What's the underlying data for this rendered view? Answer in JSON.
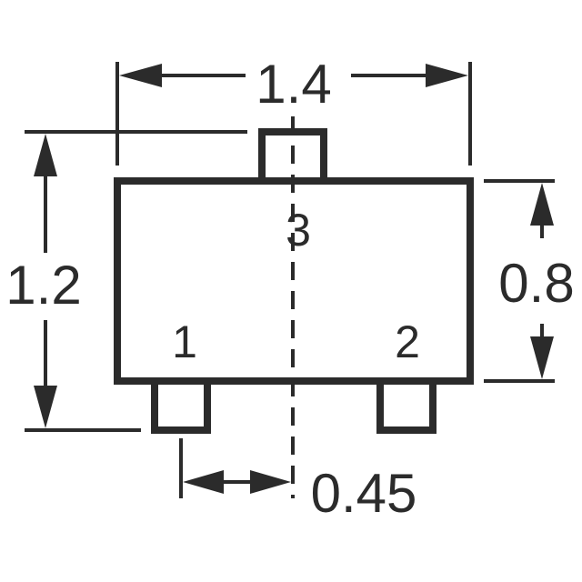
{
  "dimensions": {
    "width_total": "1.4",
    "height_total": "1.2",
    "body_height": "0.8",
    "pin_offset": "0.45"
  },
  "pins": {
    "pin1": "1",
    "pin2": "2",
    "pin3": "3"
  },
  "colors": {
    "ink": "#2b2b2b",
    "background": "#ffffff"
  }
}
